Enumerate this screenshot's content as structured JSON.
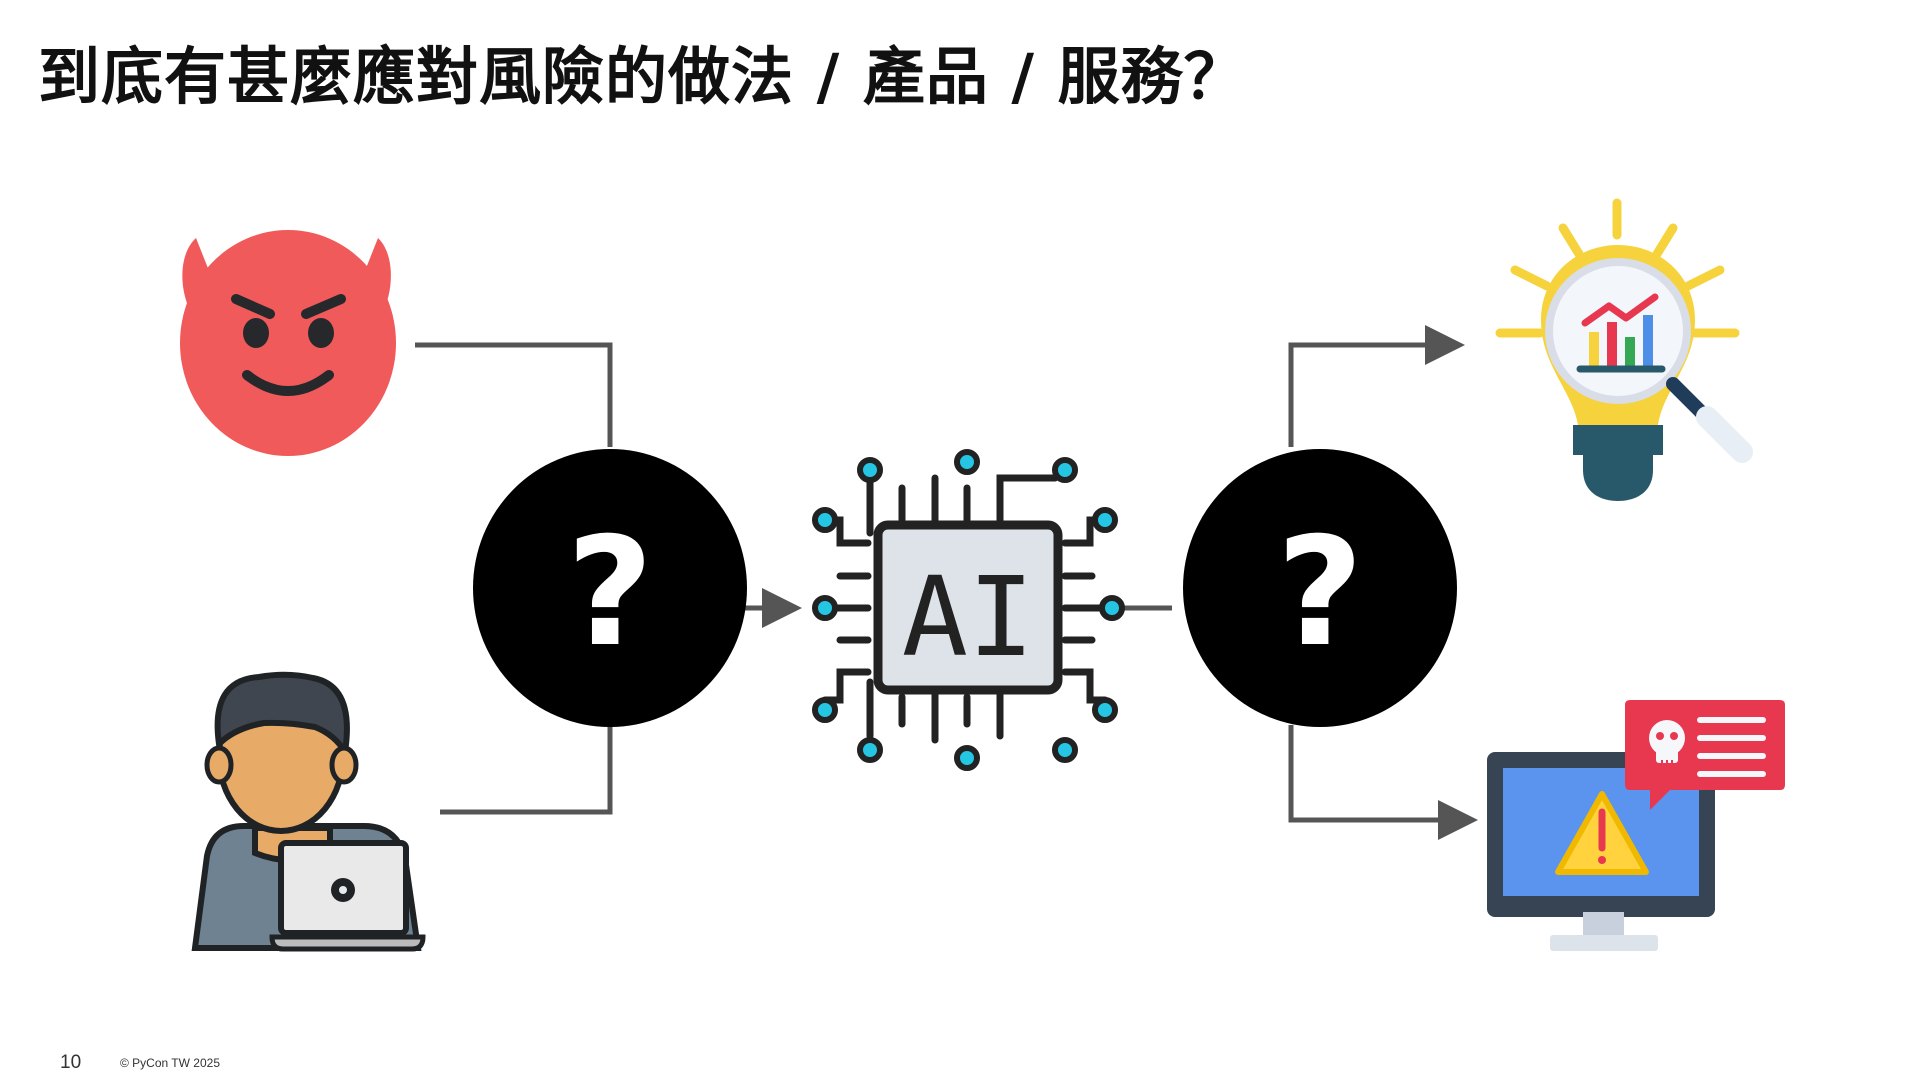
{
  "slide": {
    "title": "到底有甚麼應對風險的做法 / 產品 / 服務？",
    "page_number": "10",
    "footer": "© PyCon TW 2025"
  },
  "diagram": {
    "left_unknown_symbol": "?",
    "right_unknown_symbol": "?",
    "chip_label": "AI",
    "icons": {
      "attacker": "devil-emoji-icon",
      "user": "person-laptop-icon",
      "unknown_input": "question-mark-icon",
      "unknown_output": "question-mark-icon",
      "ai": "ai-chip-icon",
      "insight": "lightbulb-analytics-icon",
      "alert": "monitor-warning-icon"
    },
    "colors": {
      "connector": "#555555",
      "circle": "#000000",
      "devil": "#f15a5a",
      "chip_fill": "#dde3e8",
      "chip_outline": "#222222",
      "circuit_dot": "#25c6e3",
      "bulb_yellow": "#f6d33c",
      "monitor_screen": "#5a94ef",
      "alert_red": "#e8384f",
      "warning_yellow": "#ffd23e"
    }
  }
}
